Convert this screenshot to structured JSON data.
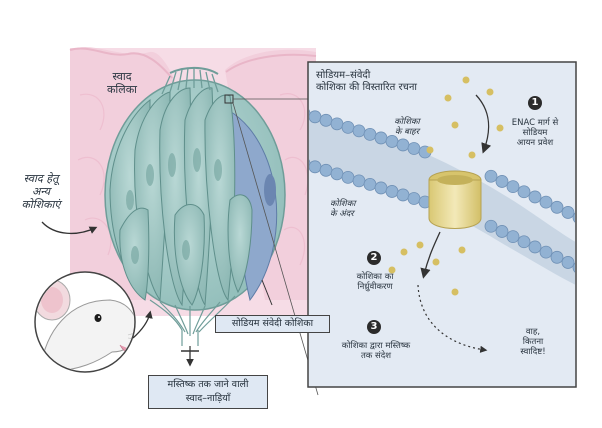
{
  "left_panel": {
    "taste_bud_label": "स्वाद\nकलिका",
    "other_cells_label": "स्वाद हेतू\nअन्य\nकोशिकाएं",
    "sodium_cell_label": "सोडियम संवेदी कोशिका",
    "nerves_label": "मस्तिष्क तक जाने वाली\nस्वाद–नाड़ियाँ"
  },
  "right_panel": {
    "title": "सोडियम–संवेदी\nकोशिका की विस्तारित रचना",
    "outside_cell": "कोशिका\nके बाहर",
    "inside_cell": "कोशिका\nके अंदर",
    "steps": [
      {
        "number": "1",
        "text": "ENAC मार्ग से\nसोडियम\nआयन प्रवेश"
      },
      {
        "number": "2",
        "text": "कोशिका का\nनिर्ध्रुवीकरण"
      },
      {
        "number": "3",
        "text": "कोशिका द्वारा मस्तिष्क\nतक संदेश"
      }
    ],
    "exclamation": "वाह,\nकितना\nस्वादिष्ट!"
  },
  "colors": {
    "tissue_pink": "#f4d3e0",
    "bud_teal": "#a9cdcb",
    "sodium_cell_blue": "#8ea8cc",
    "panel_bg": "#e1e9f2",
    "membrane_head": "#92b2d3",
    "channel_yellow": "#ece0a0",
    "sodium_ion": "#d6bf62",
    "label_box_bg": "#dfe8f3"
  },
  "icons": [
    "mouse-icon",
    "sodium-ion-icon",
    "enac-channel-icon"
  ]
}
